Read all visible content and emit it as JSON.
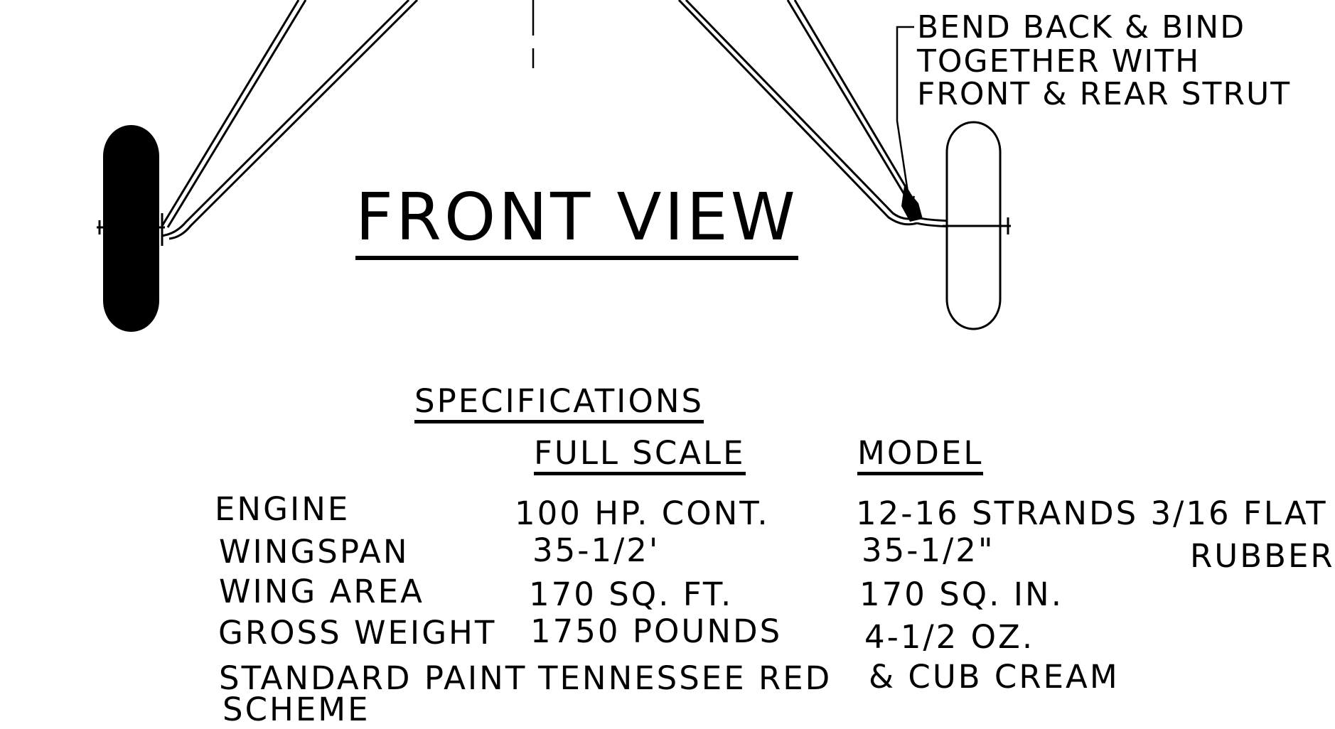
{
  "drawing": {
    "title": "FRONT VIEW",
    "callout": {
      "line1": "BEND BACK & BIND",
      "line2": "TOGETHER  WITH",
      "line3": "FRONT & REAR STRUT"
    }
  },
  "specifications": {
    "heading": "SPECIFICATIONS",
    "columns": {
      "full_scale": "FULL  SCALE",
      "model": "MODEL"
    },
    "rows": [
      {
        "label": "ENGINE",
        "full_scale": "100 HP.  CONT.",
        "model": "12-16 STRANDS 3/16 FLAT"
      },
      {
        "label": "WINGSPAN",
        "full_scale": "35-1/2'",
        "model": "35-1/2\""
      },
      {
        "label": "WING  AREA",
        "full_scale": "170  SQ. FT.",
        "model": "170  SQ. IN."
      },
      {
        "label": "GROSS  WEIGHT",
        "full_scale": "1750 POUNDS",
        "model": "4-1/2  OZ."
      },
      {
        "label": "STANDARD  PAINT",
        "full_scale": "TENNESSEE  RED",
        "model": "& CUB CREAM"
      }
    ],
    "model_engine_cont": "RUBBER",
    "paint_label_cont": "SCHEME"
  }
}
